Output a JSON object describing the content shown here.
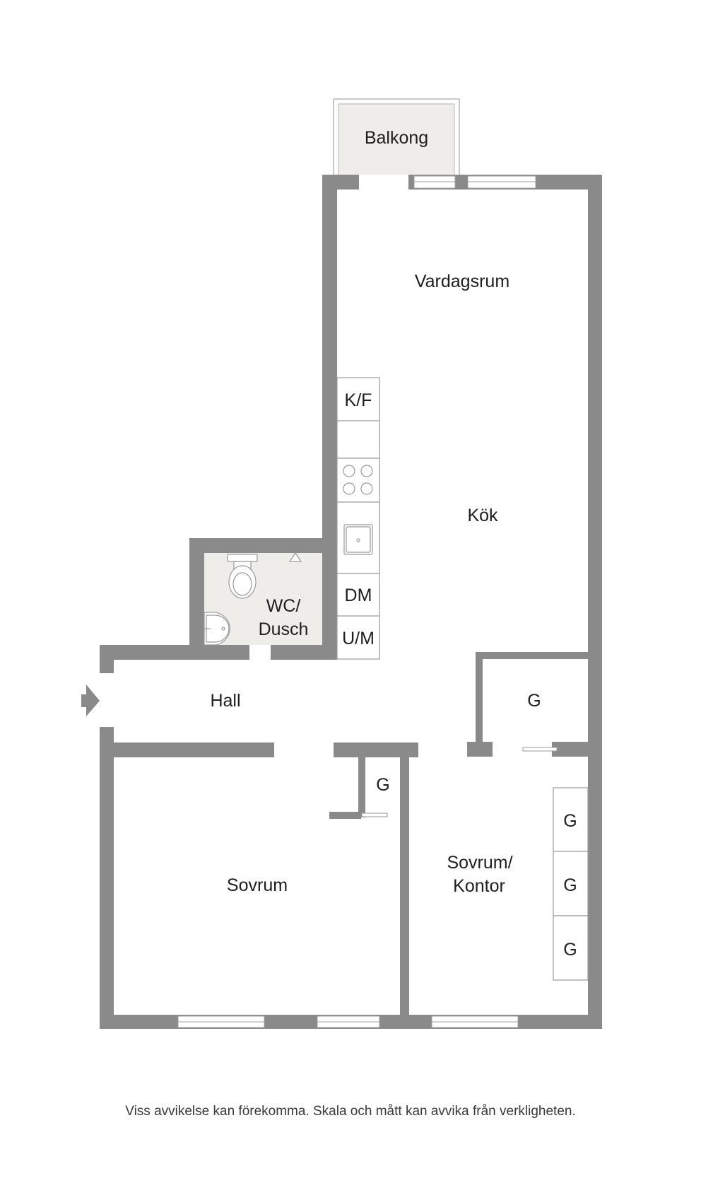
{
  "rooms": {
    "balcony": "Balkong",
    "living": "Vardagsrum",
    "kitchen": "Kök",
    "bath_line1": "WC/",
    "bath_line2": "Dusch",
    "hall": "Hall",
    "bedroom": "Sovrum",
    "office_line1": "Sovrum/",
    "office_line2": "Kontor"
  },
  "fixtures": {
    "fridge_freezer": "K/F",
    "dishwasher": "DM",
    "microwave": "U/M",
    "wardrobe_hall": "G",
    "wardrobe_small": "G",
    "wardrobe_office": [
      "G",
      "G",
      "G"
    ]
  },
  "disclaimer": "Viss avvikelse kan förekomma. Skala och mått kan avvika från verkligheten.",
  "colors": {
    "wall": "#8a8a8b",
    "wet_room": "#eeede9",
    "balcony": "#eeede9",
    "window": "#ffffff",
    "fixture_line": "#9a9a9a"
  }
}
